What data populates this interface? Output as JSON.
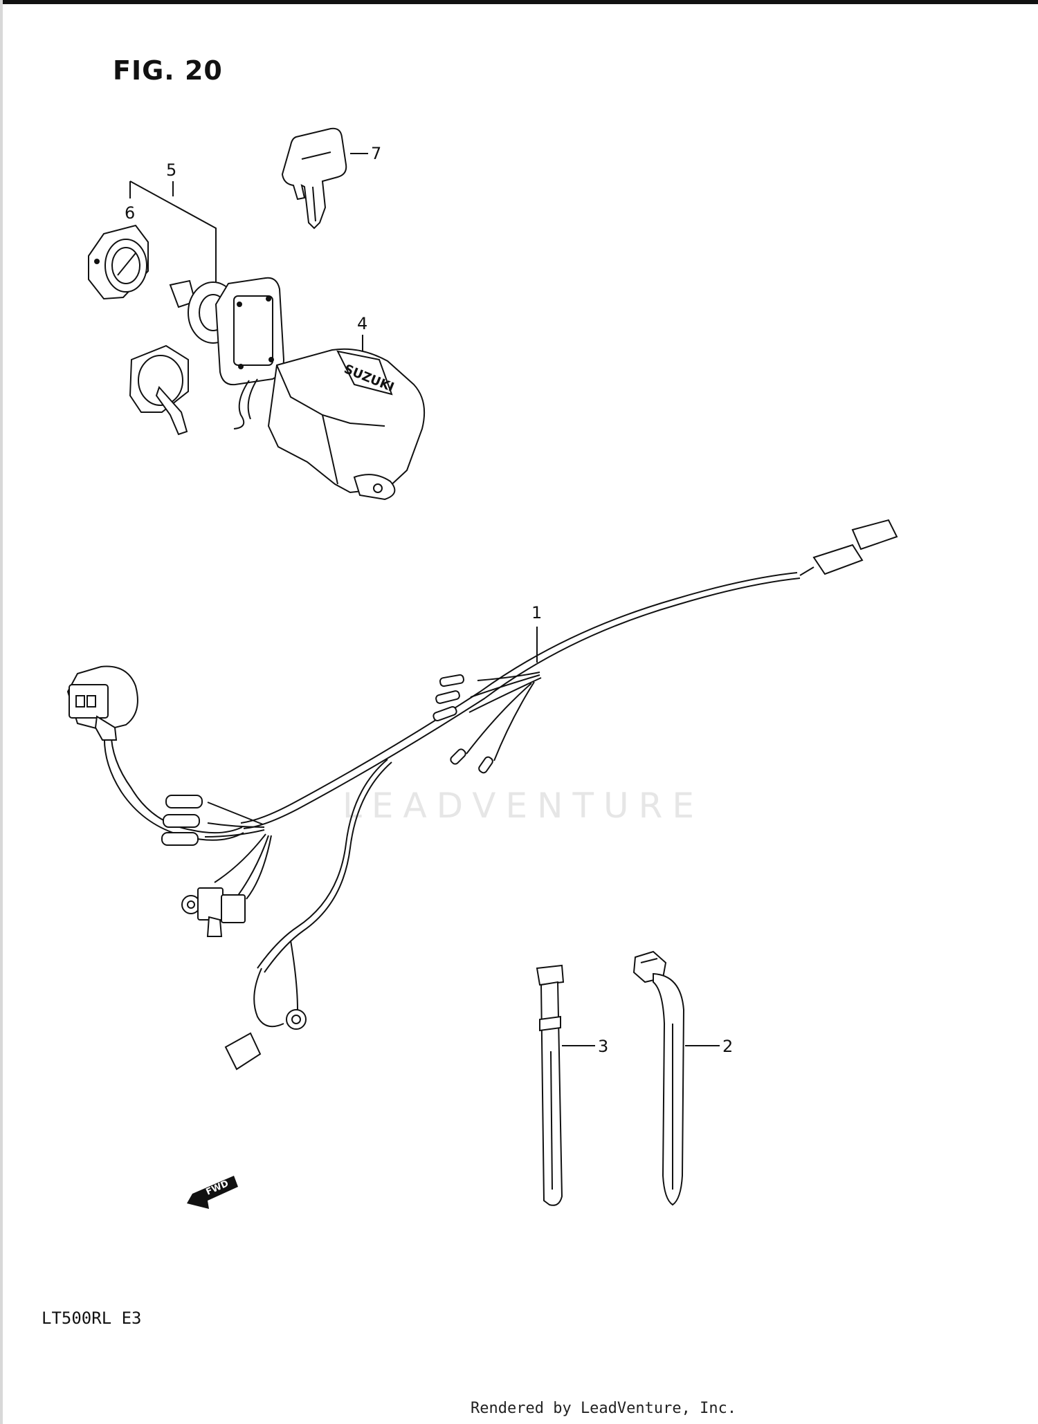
{
  "figure": {
    "title": "FIG. 20"
  },
  "callouts": [
    {
      "id": "1",
      "label": "1"
    },
    {
      "id": "2",
      "label": "2"
    },
    {
      "id": "3",
      "label": "3"
    },
    {
      "id": "4",
      "label": "4"
    },
    {
      "id": "5",
      "label": "5"
    },
    {
      "id": "6",
      "label": "6"
    },
    {
      "id": "7",
      "label": "7"
    }
  ],
  "stamp": {
    "cover_text": "SUZUKI",
    "arrow_text": "FWD"
  },
  "model": "LT500RL  E3",
  "watermark": "LEADVENTURE",
  "footer": "Rendered by LeadVenture, Inc."
}
